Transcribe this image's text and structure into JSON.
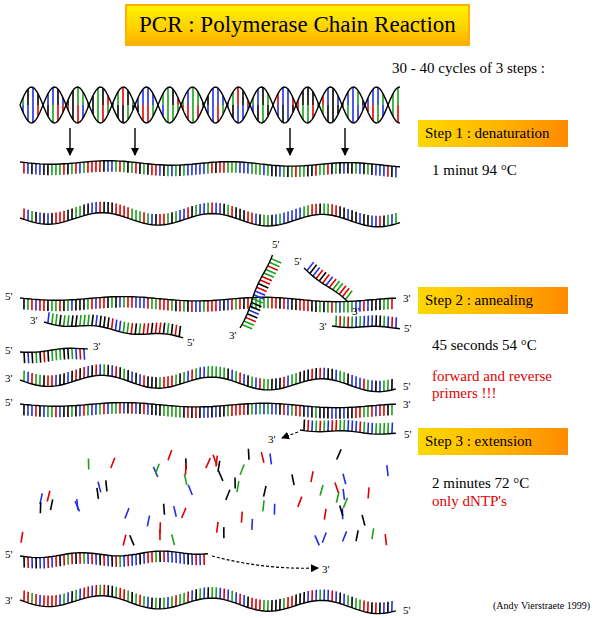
{
  "diagram": {
    "title": "PCR : Polymerase Chain Reaction",
    "nodes": [
      {
        "text": [
          "Step 1 : denaturation"
        ]
      },
      {
        "text": [
          "Step 2 : annealing"
        ]
      },
      {
        "text": [
          "Step 3 : extension"
        ]
      }
    ],
    "labels": [
      "30 - 40 cycles of 3 steps :",
      "1 minut 94 °C",
      "5'",
      "3'",
      "3'",
      "5'",
      "5'",
      "3'",
      "5'",
      "5'",
      "3'",
      "3'",
      "5'",
      "3'",
      "3'",
      "5'",
      "45 seconds 54 °C",
      "forward and reverse primers !!!",
      "5'",
      "3'",
      "3'",
      "5'",
      "2 minutes 72 °C",
      "only dNTP's",
      "5'",
      "3'",
      "3'",
      "5'",
      "(Andy Vierstraete 1999)"
    ]
  }
}
